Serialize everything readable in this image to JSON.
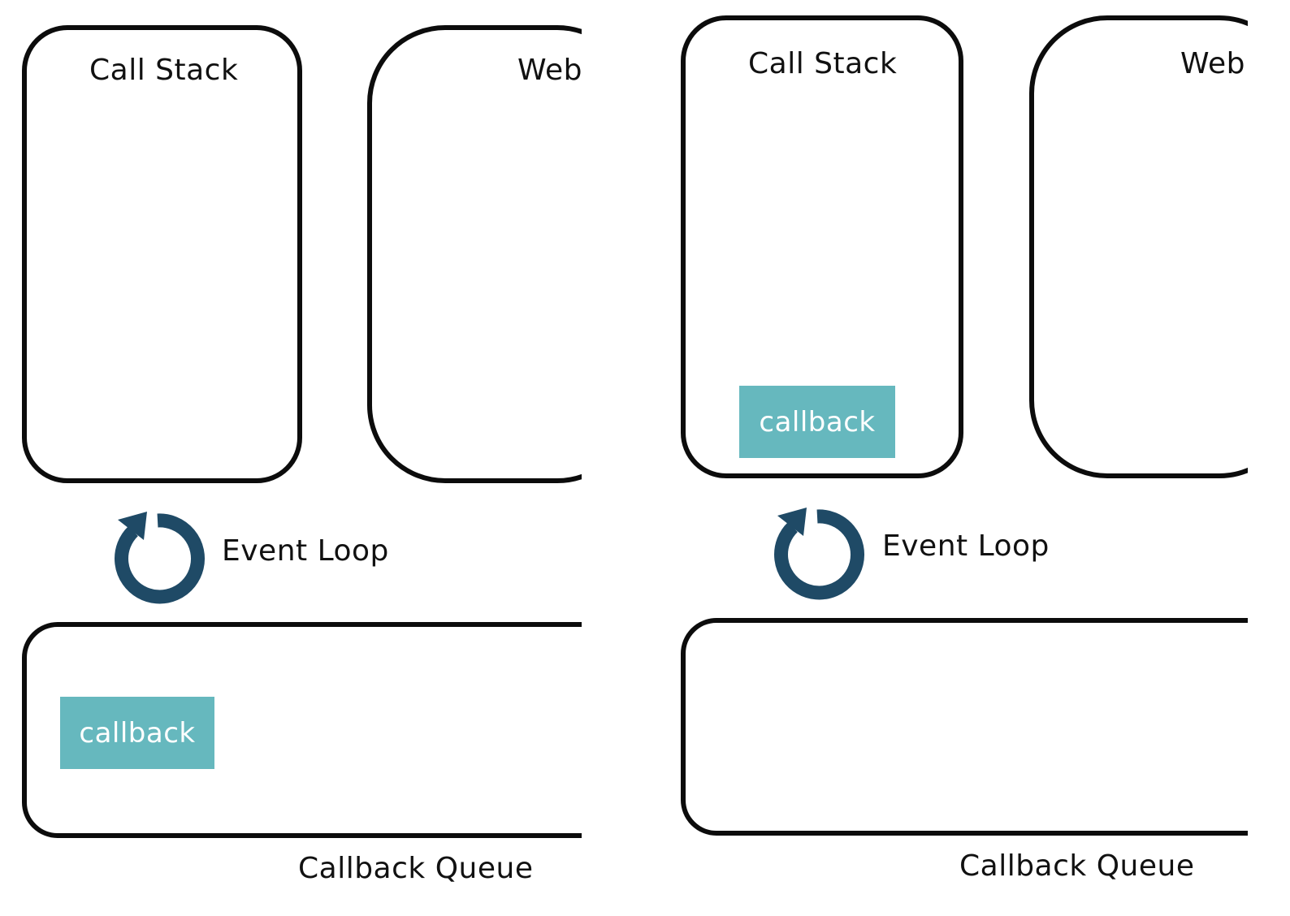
{
  "colors": {
    "outline": "#0c0c0c",
    "callback_chip": "#66b8be",
    "loop_icon": "#1f4a66"
  },
  "panels": [
    {
      "call_stack_label": "Call Stack",
      "web_label": "Web",
      "event_loop_label": "Event Loop",
      "callback_queue_label": "Callback Queue",
      "callback_chip_label": "callback",
      "callback_location": "callback-queue",
      "loop_icon": "circular-arrow-icon"
    },
    {
      "call_stack_label": "Call Stack",
      "web_label": "Web",
      "event_loop_label": "Event Loop",
      "callback_queue_label": "Callback Queue",
      "callback_chip_label": "callback",
      "callback_location": "call-stack",
      "loop_icon": "circular-arrow-icon"
    }
  ]
}
